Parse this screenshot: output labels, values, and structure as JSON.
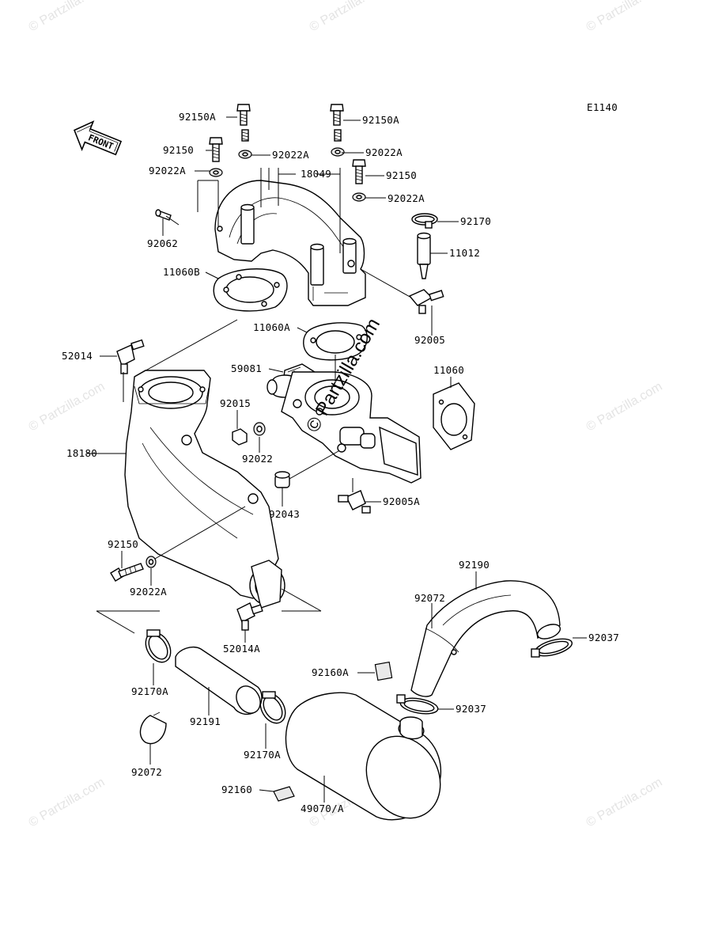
{
  "diagram": {
    "code": "E1140",
    "front_label": "FRONT",
    "watermark_center": "© Partzilla.com",
    "watermark_small": "© Partzilla.com"
  },
  "labels": {
    "l_92150A_left": "92150A",
    "l_92150A_right": "92150A",
    "l_92150_left": "92150",
    "l_92022A_top1": "92022A",
    "l_92022A_top2": "92022A",
    "l_92022A_left": "92022A",
    "l_18049": "18049",
    "l_92150_right": "92150",
    "l_92022A_right": "92022A",
    "l_92170": "92170",
    "l_92062": "92062",
    "l_11012": "11012",
    "l_11060B": "11060B",
    "l_11060A": "11060A",
    "l_92005": "92005",
    "l_52014": "52014",
    "l_59081": "59081",
    "l_11060": "11060",
    "l_92015": "92015",
    "l_92022": "92022",
    "l_18180": "18180",
    "l_92043": "92043",
    "l_92005A": "92005A",
    "l_92150_low": "92150",
    "l_92022A_low": "92022A",
    "l_92190": "92190",
    "l_92072_right": "92072",
    "l_92037_right": "92037",
    "l_52014A": "52014A",
    "l_92160A": "92160A",
    "l_92037_mid": "92037",
    "l_92170A_left": "92170A",
    "l_92191": "92191",
    "l_92170A_mid": "92170A",
    "l_92072_left": "92072",
    "l_92160": "92160",
    "l_49070A": "49070/A"
  }
}
